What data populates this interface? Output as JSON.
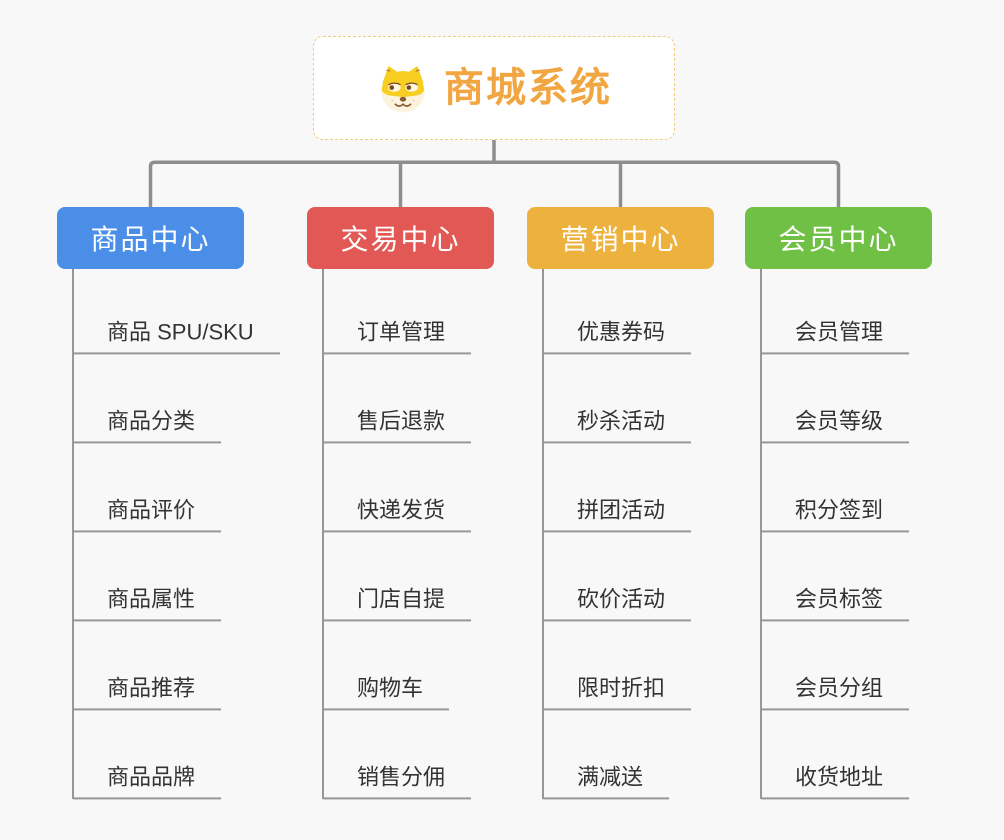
{
  "root": {
    "title": "商城系统",
    "icon": "shiba-dog-icon",
    "title_color": "#f2a642",
    "border_color": "#f4c983"
  },
  "connector_color": "#8e8e8e",
  "underline_color": "#979797",
  "background_color": "#f8f8f8",
  "branches": [
    {
      "label": "商品中心",
      "color": "#4a8ee8",
      "items": [
        "商品 SPU/SKU",
        "商品分类",
        "商品评价",
        "商品属性",
        "商品推荐",
        "商品品牌"
      ]
    },
    {
      "label": "交易中心",
      "color": "#e15854",
      "items": [
        "订单管理",
        "售后退款",
        "快递发货",
        "门店自提",
        "购物车",
        "销售分佣"
      ]
    },
    {
      "label": "营销中心",
      "color": "#edb13d",
      "items": [
        "优惠券码",
        "秒杀活动",
        "拼团活动",
        "砍价活动",
        "限时折扣",
        "满减送"
      ]
    },
    {
      "label": "会员中心",
      "color": "#6fc044",
      "items": [
        "会员管理",
        "会员等级",
        "积分签到",
        "会员标签",
        "会员分组",
        "收货地址"
      ]
    }
  ]
}
